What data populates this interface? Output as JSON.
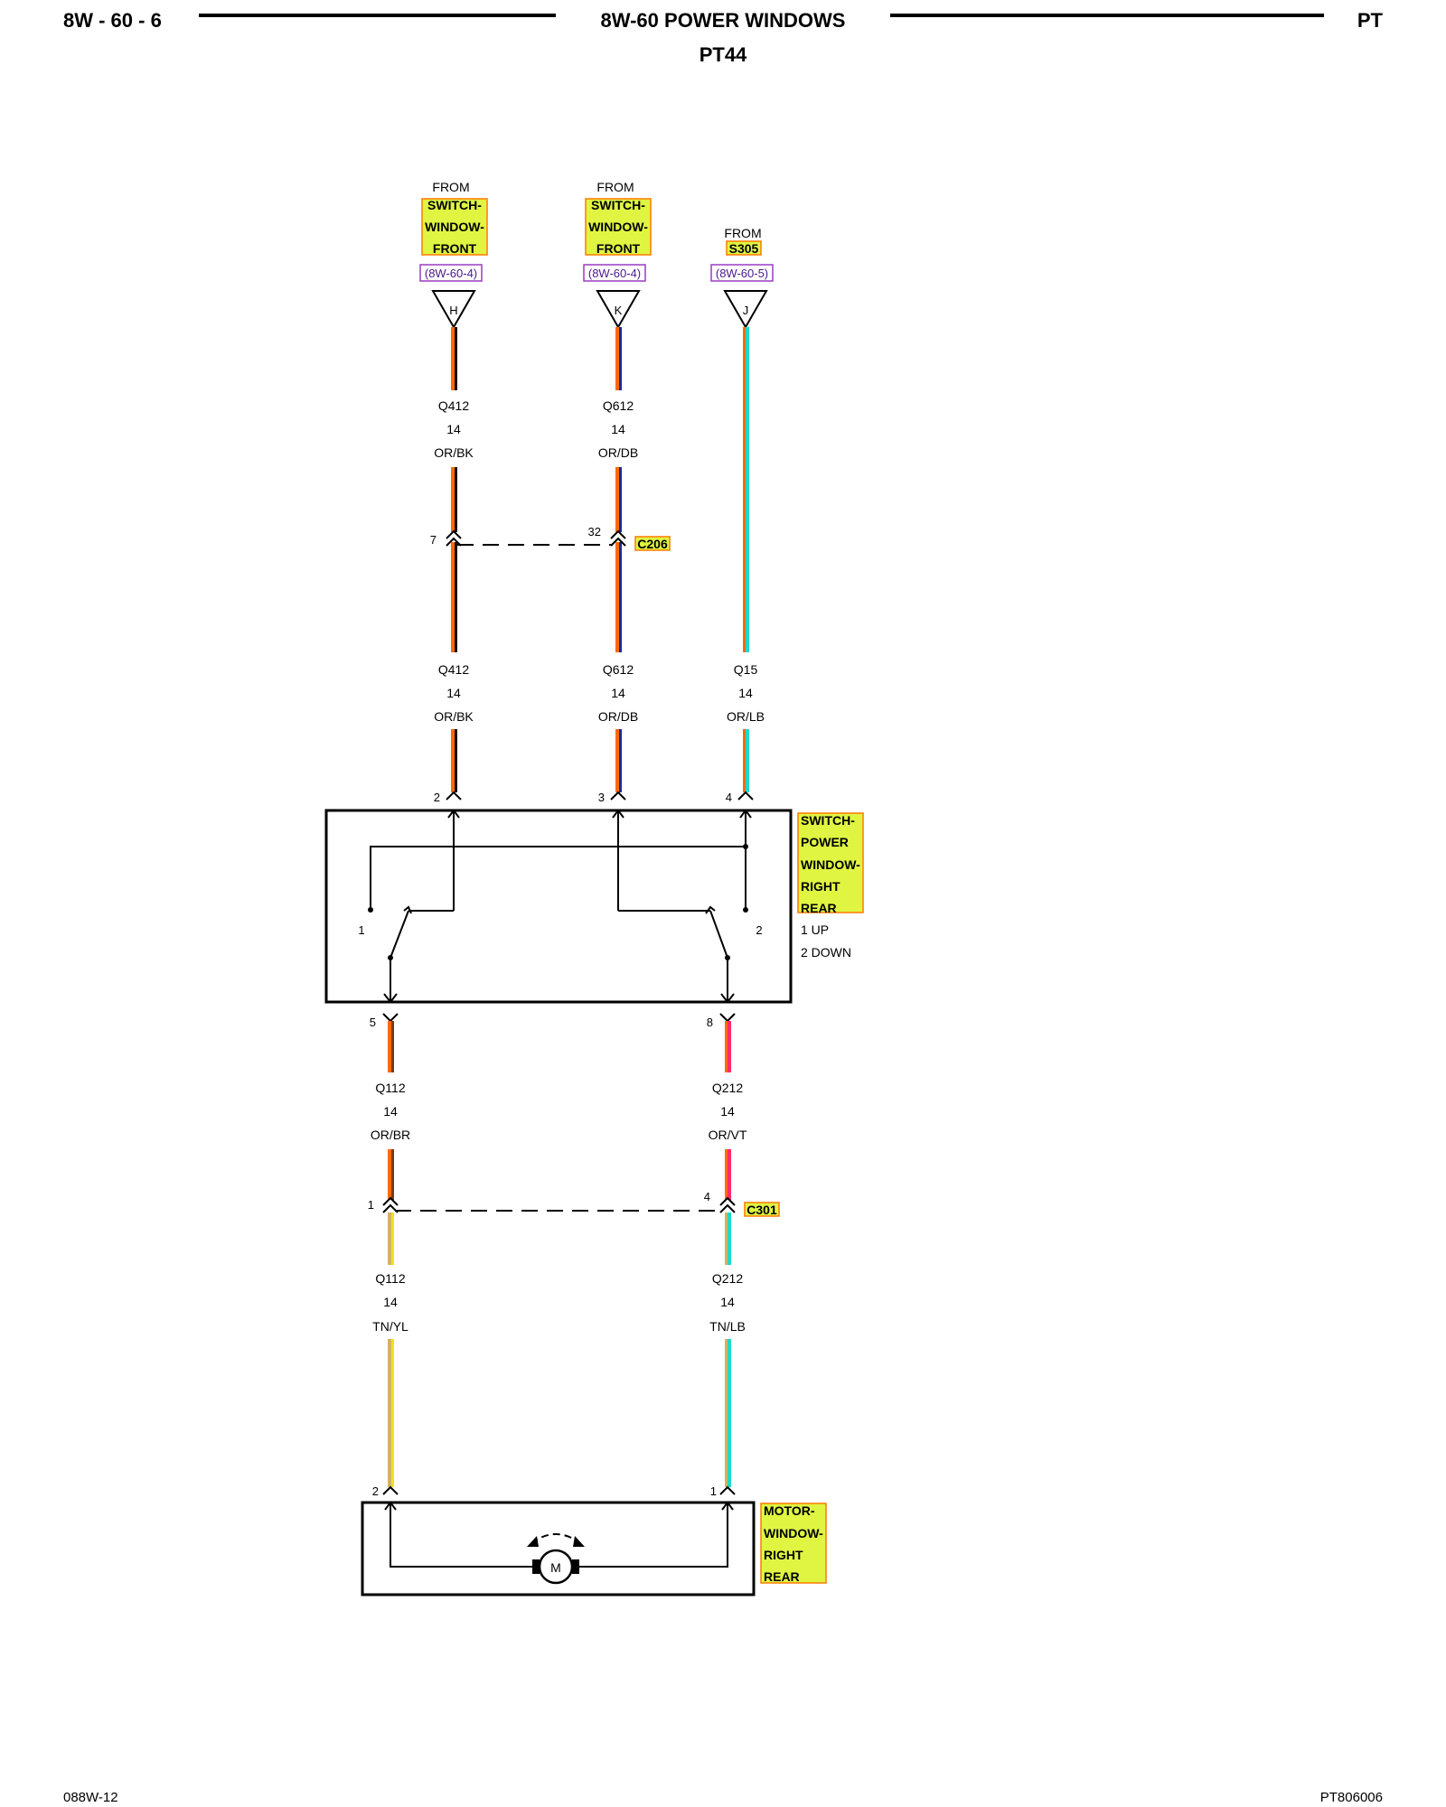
{
  "header": {
    "left": "8W - 60 - 6",
    "title": "8W-60 POWER WINDOWS",
    "subtitle": "PT44",
    "right": "PT"
  },
  "footer": {
    "left": "088W-12",
    "right": "PT806006"
  },
  "colors": {
    "orange": "#ff6a00",
    "black": "#111111",
    "red": "#e01030",
    "dark_blue": "#1a2a9a",
    "light_blue": "#20d8c8",
    "brown": "#7a3a10",
    "tan": "#d8b060",
    "yellow": "#f0e020",
    "violet": "#ff2a6a",
    "highlight": "#dff542"
  },
  "sources": [
    {
      "from": "FROM",
      "name": [
        "SWITCH-",
        "WINDOW-",
        "FRONT"
      ],
      "ref": "(8W-60-4)",
      "connector": "H"
    },
    {
      "from": "FROM",
      "name": [
        "SWITCH-",
        "WINDOW-",
        "FRONT"
      ],
      "ref": "(8W-60-4)",
      "connector": "K"
    },
    {
      "from": "FROM",
      "name": [
        "S305"
      ],
      "ref": "(8W-60-5)",
      "connector": "J"
    }
  ],
  "wires_upper": [
    {
      "circuit": "Q412",
      "gauge": "14",
      "color": "OR/BK"
    },
    {
      "circuit": "Q612",
      "gauge": "14",
      "color": "OR/DB"
    }
  ],
  "connector_c206": {
    "name": "C206",
    "pin_left": "7",
    "pin_right": "32"
  },
  "wires_mid": [
    {
      "circuit": "Q412",
      "gauge": "14",
      "color": "OR/BK"
    },
    {
      "circuit": "Q612",
      "gauge": "14",
      "color": "OR/DB"
    },
    {
      "circuit": "Q15",
      "gauge": "14",
      "color": "OR/LB"
    }
  ],
  "switch": {
    "name": [
      "SWITCH-",
      "POWER",
      "WINDOW-",
      "RIGHT",
      "REAR"
    ],
    "legend": [
      "1 UP",
      "2 DOWN"
    ],
    "pins_top": [
      "2",
      "3",
      "4"
    ],
    "pins_bottom": [
      "5",
      "8"
    ],
    "pos_left": "1",
    "pos_right": "2"
  },
  "wires_lower": [
    {
      "circuit": "Q112",
      "gauge": "14",
      "color": "OR/BR"
    },
    {
      "circuit": "Q212",
      "gauge": "14",
      "color": "OR/VT"
    }
  ],
  "connector_c301": {
    "name": "C301",
    "pin_left": "1",
    "pin_right": "4"
  },
  "wires_motor": [
    {
      "circuit": "Q112",
      "gauge": "14",
      "color": "TN/YL"
    },
    {
      "circuit": "Q212",
      "gauge": "14",
      "color": "TN/LB"
    }
  ],
  "motor": {
    "name": [
      "MOTOR-",
      "WINDOW-",
      "RIGHT",
      "REAR"
    ],
    "pins": [
      "2",
      "1"
    ],
    "symbol": "M"
  }
}
